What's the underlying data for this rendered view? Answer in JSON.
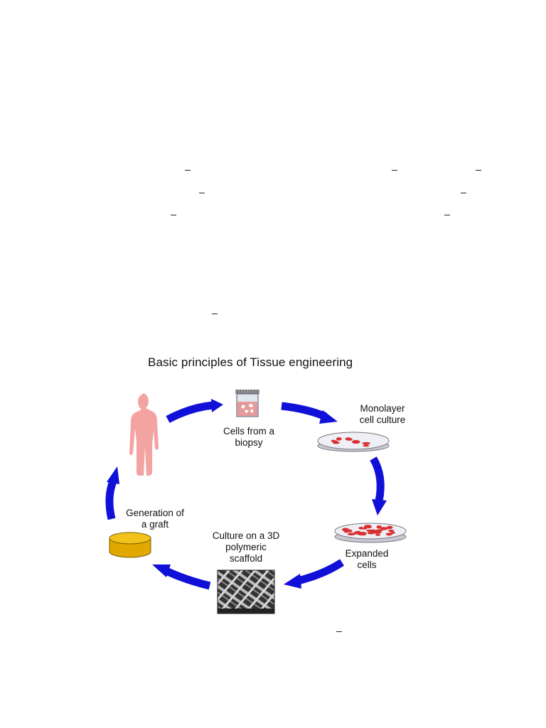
{
  "diagram": {
    "title": "Basic principles of Tissue engineering",
    "steps": [
      {
        "id": "patient",
        "label": ""
      },
      {
        "id": "biopsy",
        "label_lines": [
          "Cells from a",
          "biopsy"
        ]
      },
      {
        "id": "monolayer",
        "label_lines": [
          "Monolayer",
          "cell culture"
        ]
      },
      {
        "id": "expanded",
        "label_lines": [
          "Expanded",
          "cells"
        ]
      },
      {
        "id": "scaffold",
        "label_lines": [
          "Culture on a 3D",
          "polymeric",
          "scaffold"
        ]
      },
      {
        "id": "graft",
        "label_lines": [
          "Generation of",
          "a graft"
        ]
      }
    ],
    "colors": {
      "arrow": "#1010d8",
      "human": "#f4a3a3",
      "cell": "#d93030",
      "graft": "#f2c21b"
    }
  }
}
